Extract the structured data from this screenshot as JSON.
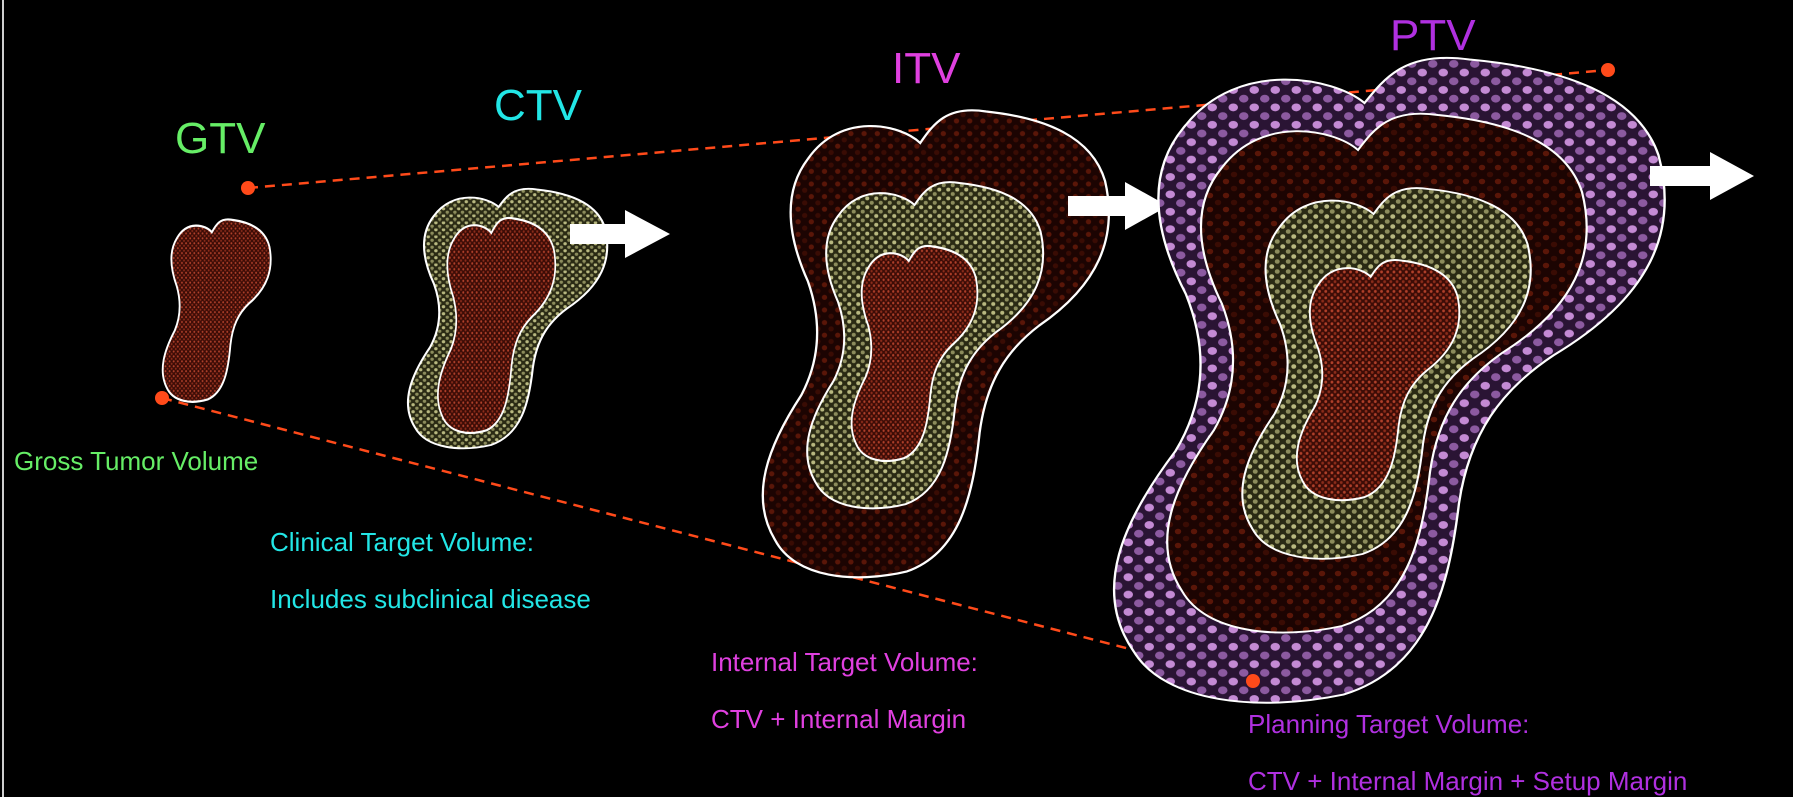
{
  "titles": {
    "gtv": "GTV",
    "ctv": "CTV",
    "itv": "ITV",
    "ptv": "PTV"
  },
  "descriptions": {
    "gtv": {
      "line1": "Gross Tumor Volume"
    },
    "ctv": {
      "line1": "Clinical Target Volume:",
      "line2": "Includes subclinical disease"
    },
    "itv": {
      "line1": "Internal Target Volume:",
      "line2": "CTV + Internal Margin"
    },
    "ptv": {
      "line1": "Planning Target Volume:",
      "line2": "CTV + Internal Margin + Setup Margin"
    }
  },
  "colors": {
    "gtv": "#66ee66",
    "ctv": "#22e6e6",
    "itv": "#e040e0",
    "ptv": "#b030e0",
    "tumor_fill": "#5a2012",
    "ctv_fill": "#5a5a34",
    "itv_fill": "#4a1208",
    "ptv_fill": "#5a3a6a",
    "outline": "#ffffff",
    "guide_line": "#ff4a1a",
    "marker": "#ff4a1a"
  }
}
